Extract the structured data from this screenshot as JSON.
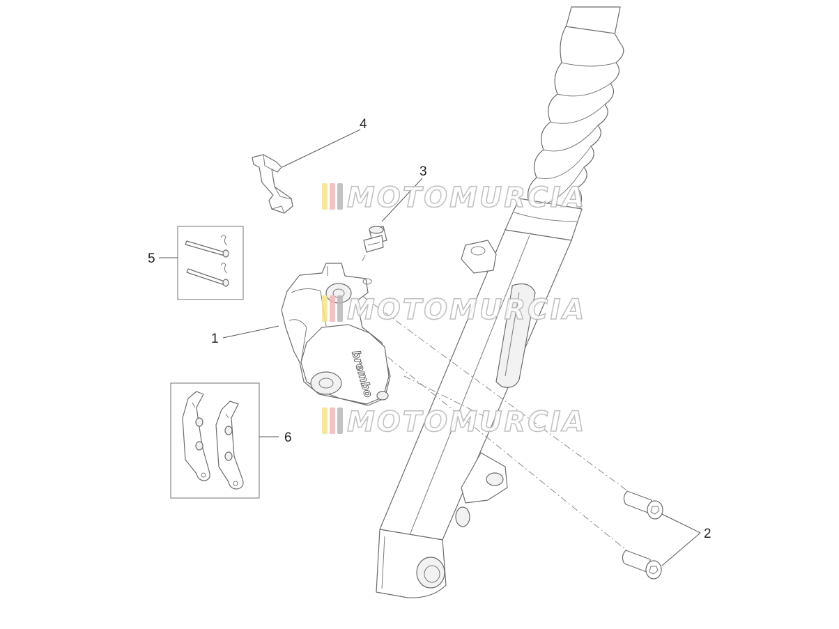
{
  "callouts": [
    {
      "id": "1",
      "label": "1"
    },
    {
      "id": "2",
      "label": "2"
    },
    {
      "id": "3",
      "label": "3"
    },
    {
      "id": "4",
      "label": "4"
    },
    {
      "id": "5",
      "label": "5"
    },
    {
      "id": "6",
      "label": "6"
    }
  ],
  "watermark": {
    "text": "MOTOMURCIA",
    "stripe_colors": [
      "#f4e58a",
      "#f2b8b8",
      "#b8b8b8"
    ]
  },
  "caliper_logo": "brembo"
}
